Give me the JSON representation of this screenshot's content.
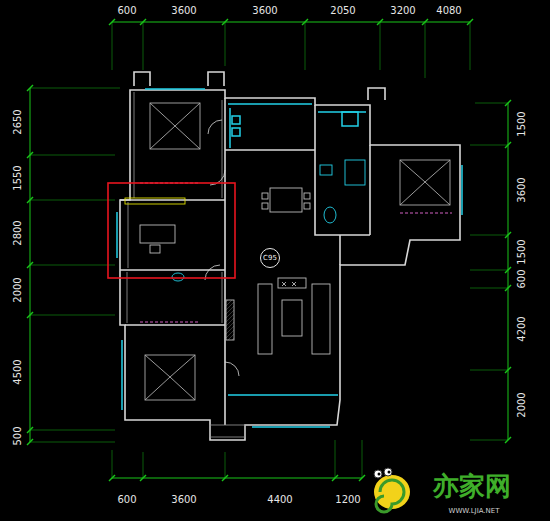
{
  "diagram": {
    "nodes": [
      {
        "text": [
          "C95"
        ]
      }
    ],
    "labels": [
      "600",
      "3600",
      "3600",
      "2050",
      "3200",
      "4080",
      "2650",
      "1550",
      "2800",
      "2000",
      "4500",
      "500",
      "1500",
      "3600",
      "1500",
      "600",
      "4200",
      "2000",
      "600",
      "3600",
      "4400",
      "1200",
      "亦家网",
      "WWW.LJIA.NET"
    ]
  }
}
